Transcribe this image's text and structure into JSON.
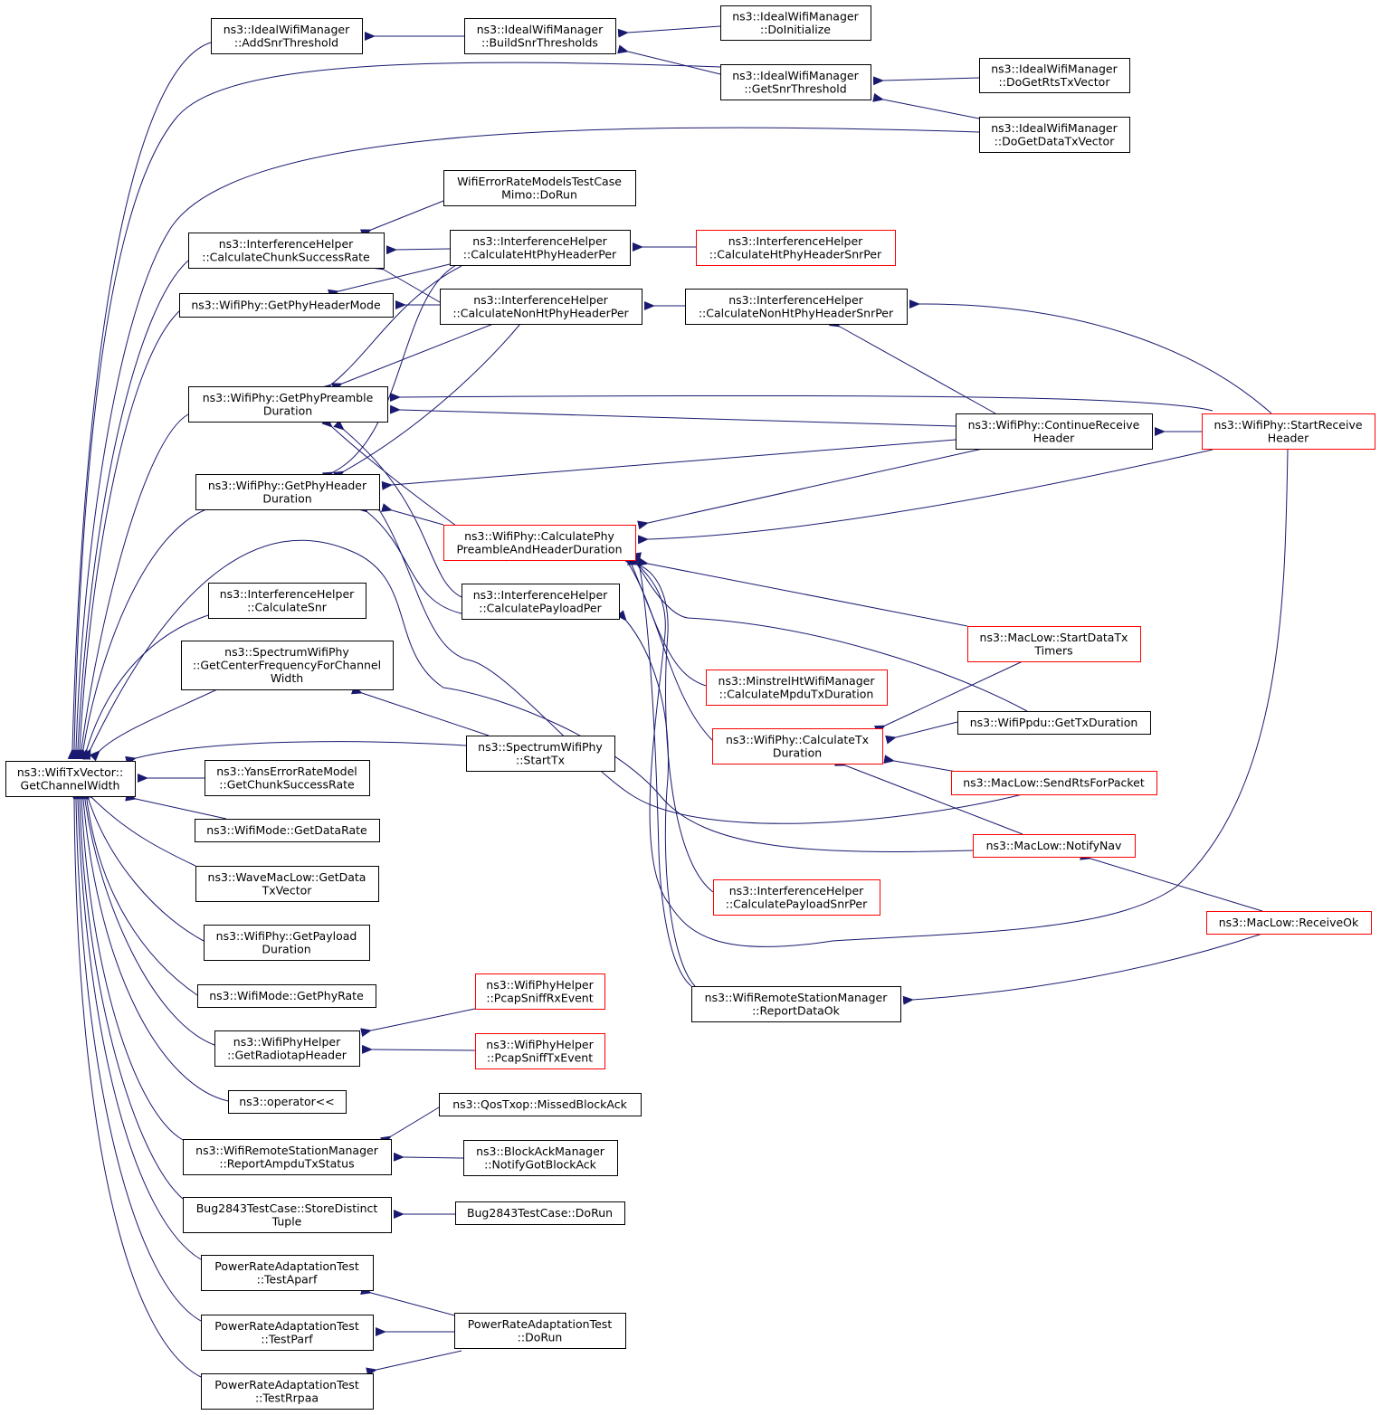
{
  "colors": {
    "edge": "#191970",
    "node_border": "#000000",
    "node_border_truncated": "#ff0000",
    "root_fill": "#bfbfbf",
    "background": "#ffffff"
  },
  "nodes": [
    {
      "id": "root",
      "lines": [
        "ns3::WifiTxVector::",
        "GetChannelWidth"
      ],
      "root": true
    },
    {
      "id": "addsnr",
      "lines": [
        "ns3::IdealWifiManager",
        "::AddSnrThreshold"
      ]
    },
    {
      "id": "buildsnr",
      "lines": [
        "ns3::IdealWifiManager",
        "::BuildSnrThresholds"
      ]
    },
    {
      "id": "doinit",
      "lines": [
        "ns3::IdealWifiManager",
        "::DoInitialize"
      ]
    },
    {
      "id": "getsnr",
      "lines": [
        "ns3::IdealWifiManager",
        "::GetSnrThreshold"
      ]
    },
    {
      "id": "dogetrts",
      "lines": [
        "ns3::IdealWifiManager",
        "::DoGetRtsTxVector"
      ]
    },
    {
      "id": "dogetdata",
      "lines": [
        "ns3::IdealWifiManager",
        "::DoGetDataTxVector"
      ]
    },
    {
      "id": "mimo",
      "lines": [
        "WifiErrorRateModelsTestCase",
        "Mimo::DoRun"
      ]
    },
    {
      "id": "chunk",
      "lines": [
        "ns3::InterferenceHelper",
        "::CalculateChunkSuccessRate"
      ]
    },
    {
      "id": "htper",
      "lines": [
        "ns3::InterferenceHelper",
        "::CalculateHtPhyHeaderPer"
      ]
    },
    {
      "id": "htsnrper",
      "lines": [
        "ns3::InterferenceHelper",
        "::CalculateHtPhyHeaderSnrPer"
      ],
      "red": true
    },
    {
      "id": "headermode",
      "lines": [
        "ns3::WifiPhy::GetPhyHeaderMode"
      ]
    },
    {
      "id": "nonhtper",
      "lines": [
        "ns3::InterferenceHelper",
        "::CalculateNonHtPhyHeaderPer"
      ]
    },
    {
      "id": "nonhtsnrper",
      "lines": [
        "ns3::InterferenceHelper",
        "::CalculateNonHtPhyHeaderSnrPer"
      ]
    },
    {
      "id": "preamble",
      "lines": [
        "ns3::WifiPhy::GetPhyPreamble",
        "Duration"
      ]
    },
    {
      "id": "contrecv",
      "lines": [
        "ns3::WifiPhy::ContinueReceive",
        "Header"
      ]
    },
    {
      "id": "startrecv",
      "lines": [
        "ns3::WifiPhy::StartReceive",
        "Header"
      ],
      "red": true
    },
    {
      "id": "headerdur",
      "lines": [
        "ns3::WifiPhy::GetPhyHeader",
        "Duration"
      ]
    },
    {
      "id": "calcphypre",
      "lines": [
        "ns3::WifiPhy::CalculatePhy",
        "PreambleAndHeaderDuration"
      ],
      "red": true
    },
    {
      "id": "calcsnr",
      "lines": [
        "ns3::InterferenceHelper",
        "::CalculateSnr"
      ]
    },
    {
      "id": "payloadper",
      "lines": [
        "ns3::InterferenceHelper",
        "::CalculatePayloadPer"
      ]
    },
    {
      "id": "startdatatx",
      "lines": [
        "ns3::MacLow::StartDataTx",
        "Timers"
      ],
      "red": true
    },
    {
      "id": "centerfreq",
      "lines": [
        "ns3::SpectrumWifiPhy",
        "::GetCenterFrequencyForChannel",
        "Width"
      ]
    },
    {
      "id": "minstrel",
      "lines": [
        "ns3::MinstrelHtWifiManager",
        "::CalculateMpduTxDuration"
      ],
      "red": true
    },
    {
      "id": "ppdutx",
      "lines": [
        "ns3::WifiPpdu::GetTxDuration"
      ]
    },
    {
      "id": "calctx",
      "lines": [
        "ns3::WifiPhy::CalculateTx",
        "Duration"
      ],
      "red": true
    },
    {
      "id": "spectx",
      "lines": [
        "ns3::SpectrumWifiPhy",
        "::StartTx"
      ]
    },
    {
      "id": "yans",
      "lines": [
        "ns3::YansErrorRateModel",
        "::GetChunkSuccessRate"
      ]
    },
    {
      "id": "sendrts",
      "lines": [
        "ns3::MacLow::SendRtsForPacket"
      ],
      "red": true
    },
    {
      "id": "datarate",
      "lines": [
        "ns3::WifiMode::GetDataRate"
      ]
    },
    {
      "id": "notifynav",
      "lines": [
        "ns3::MacLow::NotifyNav"
      ],
      "red": true
    },
    {
      "id": "wavemac",
      "lines": [
        "ns3::WaveMacLow::GetData",
        "TxVector"
      ]
    },
    {
      "id": "payloadsnr",
      "lines": [
        "ns3::InterferenceHelper",
        "::CalculatePayloadSnrPer"
      ],
      "red": true
    },
    {
      "id": "receiveok",
      "lines": [
        "ns3::MacLow::ReceiveOk"
      ],
      "red": true
    },
    {
      "id": "payloaddur",
      "lines": [
        "ns3::WifiPhy::GetPayload",
        "Duration"
      ]
    },
    {
      "id": "phyrate",
      "lines": [
        "ns3::WifiMode::GetPhyRate"
      ]
    },
    {
      "id": "reportdataok",
      "lines": [
        "ns3::WifiRemoteStationManager",
        "::ReportDataOk"
      ]
    },
    {
      "id": "pcaprx",
      "lines": [
        "ns3::WifiPhyHelper",
        "::PcapSniffRxEvent"
      ],
      "red": true
    },
    {
      "id": "radiotap",
      "lines": [
        "ns3::WifiPhyHelper",
        "::GetRadiotapHeader"
      ]
    },
    {
      "id": "pcaptx",
      "lines": [
        "ns3::WifiPhyHelper",
        "::PcapSniffTxEvent"
      ],
      "red": true
    },
    {
      "id": "operator",
      "lines": [
        "ns3::operator<<"
      ]
    },
    {
      "id": "missedba",
      "lines": [
        "ns3::QosTxop::MissedBlockAck"
      ]
    },
    {
      "id": "ampdu",
      "lines": [
        "ns3::WifiRemoteStationManager",
        "::ReportAmpduTxStatus"
      ]
    },
    {
      "id": "notifyba",
      "lines": [
        "ns3::BlockAckManager",
        "::NotifyGotBlockAck"
      ]
    },
    {
      "id": "bugstore",
      "lines": [
        "Bug2843TestCase::StoreDistinct",
        "Tuple"
      ]
    },
    {
      "id": "bugrun",
      "lines": [
        "Bug2843TestCase::DoRun"
      ]
    },
    {
      "id": "aparf",
      "lines": [
        "PowerRateAdaptationTest",
        "::TestAparf"
      ]
    },
    {
      "id": "parf",
      "lines": [
        "PowerRateAdaptationTest",
        "::TestParf"
      ]
    },
    {
      "id": "prarun",
      "lines": [
        "PowerRateAdaptationTest",
        "::DoRun"
      ]
    },
    {
      "id": "rrpaa",
      "lines": [
        "PowerRateAdaptationTest",
        "::TestRrpaa"
      ]
    }
  ]
}
